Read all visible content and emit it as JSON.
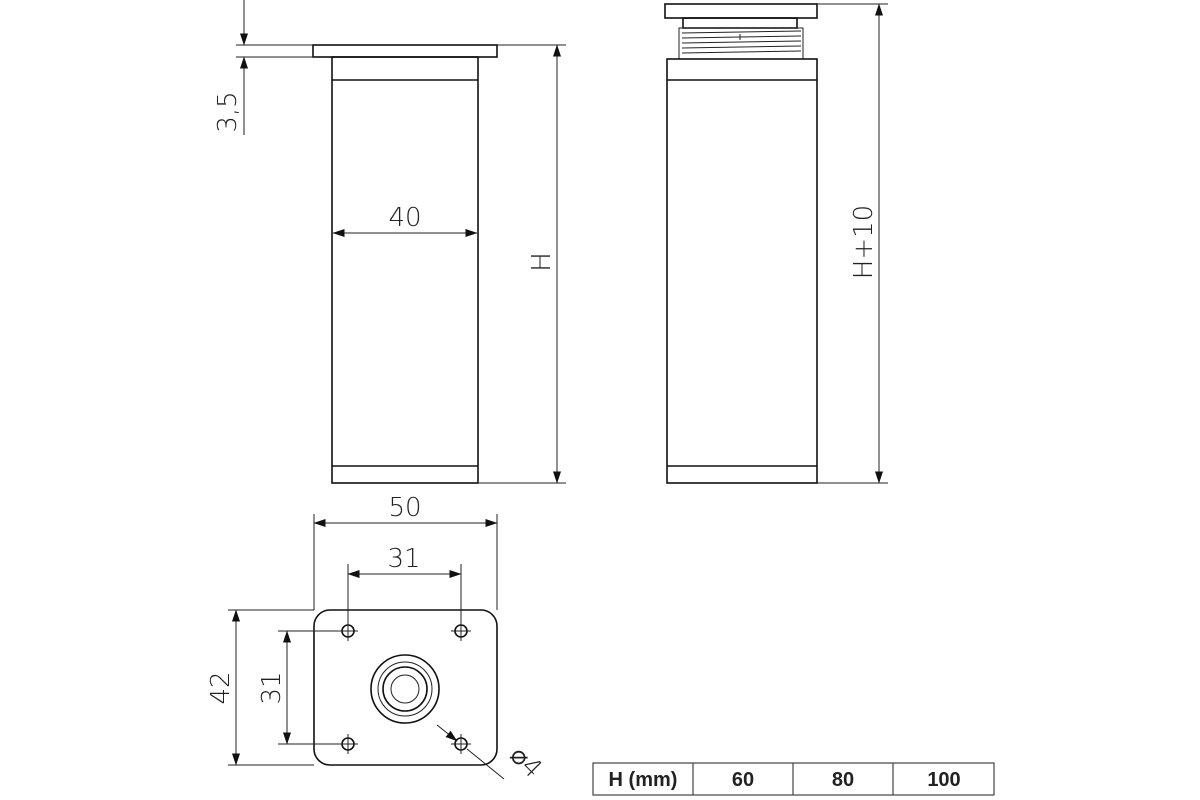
{
  "dimensions": {
    "plate_thickness": "3,5",
    "tube_width": "40",
    "height": "H",
    "height_adjusted": "H+10",
    "plate_width": "50",
    "hole_spacing_x": "31",
    "plate_depth": "42",
    "hole_spacing_y": "31",
    "hole_diameter": "⌀4"
  },
  "table": {
    "header": "H (mm)",
    "values": [
      "60",
      "80",
      "100"
    ]
  }
}
